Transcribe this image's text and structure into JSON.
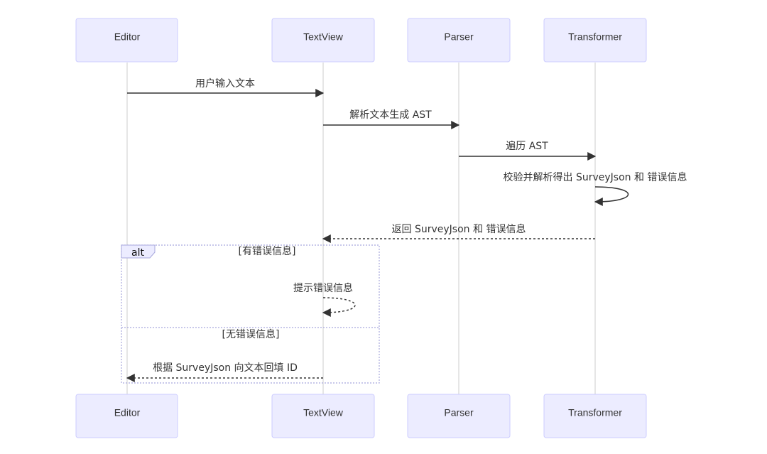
{
  "actors": {
    "editor": "Editor",
    "textview": "TextView",
    "parser": "Parser",
    "transformer": "Transformer"
  },
  "messages": {
    "m1": "用户输入文本",
    "m2": "解析文本生成 AST",
    "m3": "遍历 AST",
    "m4": "校验并解析得出 SurveyJson 和 错误信息",
    "m5": "返回 SurveyJson 和 错误信息",
    "m6": "提示错误信息",
    "m7": "根据 SurveyJson 向文本回填 ID"
  },
  "alt": {
    "label": "alt",
    "condition_1": "[有错误信息]",
    "condition_2": "[无错误信息]"
  },
  "colors": {
    "actor_fill": "#ECECFF",
    "actor_stroke": "#CCCCFF",
    "lifeline": "#DDDDDD",
    "line": "#333333",
    "alt_frame": "#A8A8DD"
  }
}
